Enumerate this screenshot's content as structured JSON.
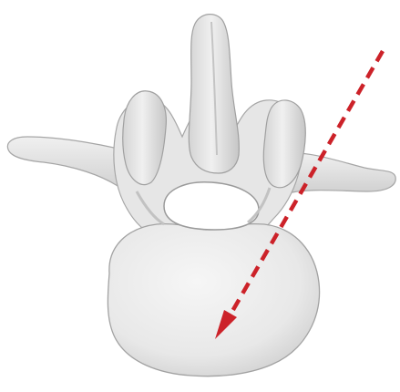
{
  "figure": {
    "subject": "vertebra",
    "view": "superior-axial",
    "bone_color": "#e9e9e9",
    "shade_color": "#bdbdbd",
    "outline_color": "#9e9e9e",
    "annotation": {
      "type": "dashed-arrow",
      "color": "#cc2229",
      "direction": "posterolateral-to-vertebral-body"
    }
  }
}
